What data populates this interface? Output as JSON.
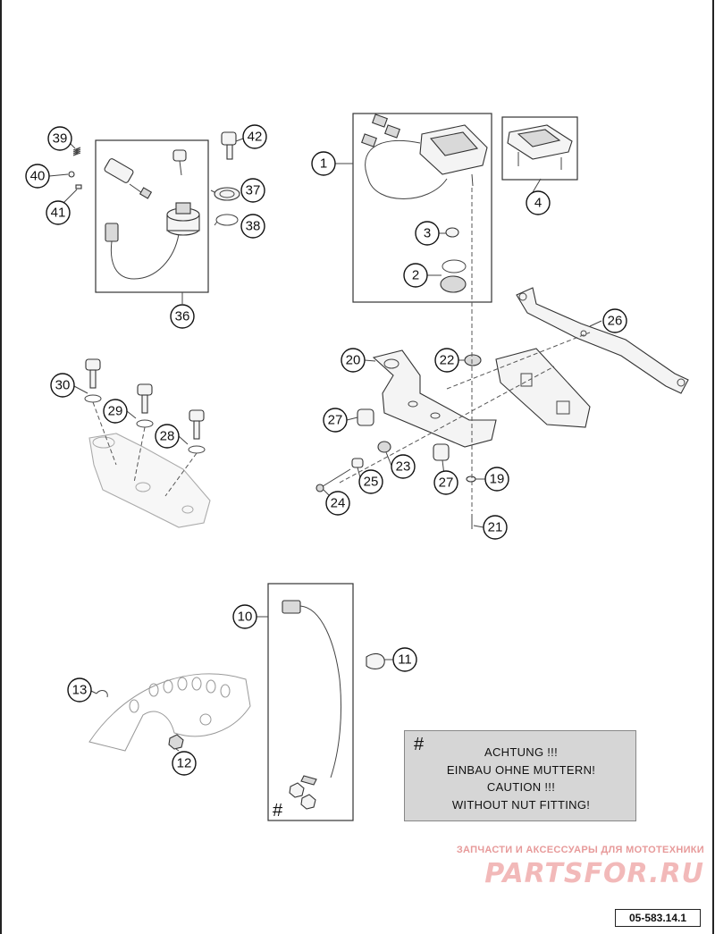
{
  "diagram": {
    "callouts": [
      "1",
      "2",
      "3",
      "4",
      "10",
      "11",
      "12",
      "13",
      "19",
      "20",
      "21",
      "22",
      "23",
      "24",
      "25",
      "26",
      "27",
      "27",
      "28",
      "29",
      "30",
      "36",
      "37",
      "38",
      "39",
      "40",
      "41",
      "42"
    ],
    "hash_mark": "#"
  },
  "note": {
    "hash": "#",
    "lines": [
      "ACHTUNG !!!",
      "EINBAU OHNE MUTTERN!",
      "CAUTION !!!",
      "WITHOUT NUT FITTING!"
    ]
  },
  "watermark": {
    "tagline": "ЗАПЧАСТИ И АКСЕССУАРЫ ДЛЯ МОТОТЕХНИКИ",
    "brand": "PARTSFOR.RU",
    "color": "#e79a9a"
  },
  "document_number": "05-583.14.1"
}
